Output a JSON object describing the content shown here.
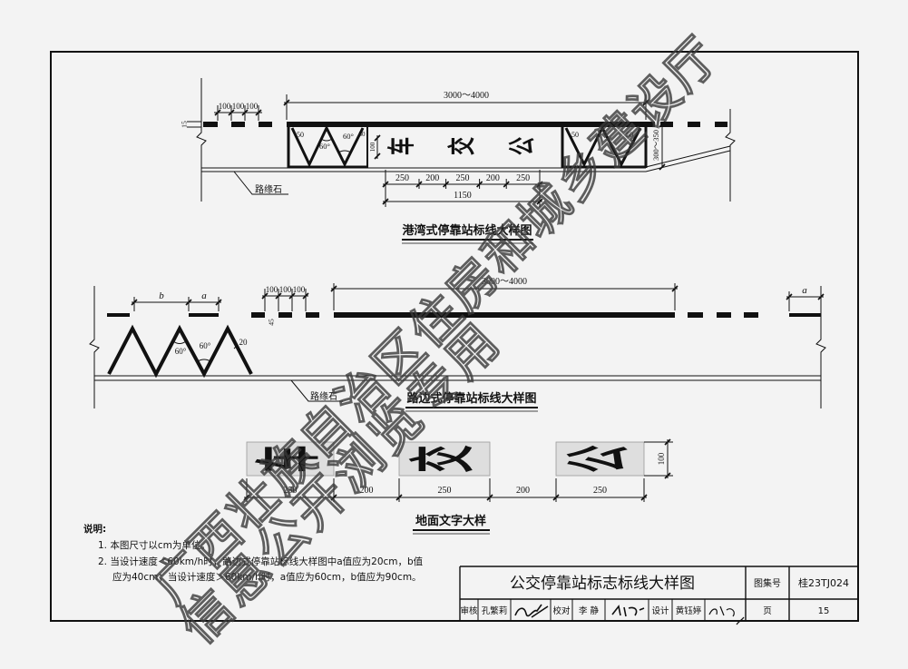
{
  "sheet": {
    "title": "公交停靠站标志标线大样图",
    "atlas_no_label": "图集号",
    "atlas_no": "桂23TJ024",
    "review_label": "审核",
    "reviewer": "孔繁莉",
    "check_label": "校对",
    "checker": "李 静",
    "design_label": "设计",
    "designer": "黄钰婷",
    "page_label": "页",
    "page": "15"
  },
  "harbor_stop": {
    "title": "港湾式停靠站标线大样图",
    "dash_dims": [
      "100",
      "100",
      "100"
    ],
    "line_width": "15",
    "solid_length": "3000～4000",
    "left_offset": "50",
    "angle_1": "60°",
    "angle_2": "60°",
    "stroke_label": "30",
    "text_height": "100",
    "right_offset_1": "50",
    "right_offset_2": "50",
    "bay_depth": "300～350",
    "road_text": [
      "车",
      "交",
      "公"
    ],
    "text_dims": [
      "250",
      "200",
      "250",
      "200",
      "250"
    ],
    "text_total": "1150",
    "curb_label": "路缘石"
  },
  "curbside_stop": {
    "title": "路边式停靠站标线大样图",
    "dim_b": "b",
    "dim_a": "a",
    "dash_dims": [
      "100",
      "100",
      "100"
    ],
    "line_width": "45",
    "solid_length": "3000～4000",
    "angle_1": "60°",
    "angle_2": "60°",
    "zigzag_width": "20",
    "dim_a_right": "a",
    "curb_label": "路缘石"
  },
  "text_detail": {
    "title": "地面文字大样",
    "characters": [
      "车",
      "交",
      "公"
    ],
    "char_height": "100",
    "dims": [
      "250",
      "200",
      "250",
      "200",
      "250"
    ]
  },
  "notes": {
    "heading": "说明:",
    "lines": [
      "1. 本图尺寸以cm为单位。",
      "2. 当设计速度＜60km/h时，路边式停靠站标线大样图中a值应为20cm，b值",
      "应为40cm；当设计速度＞60km/h时，a值应为60cm，b值应为90cm。"
    ]
  },
  "watermark": {
    "line1": "广西壮族自治区住房和城乡建设厅",
    "line2": "信息公开浏览专用"
  }
}
